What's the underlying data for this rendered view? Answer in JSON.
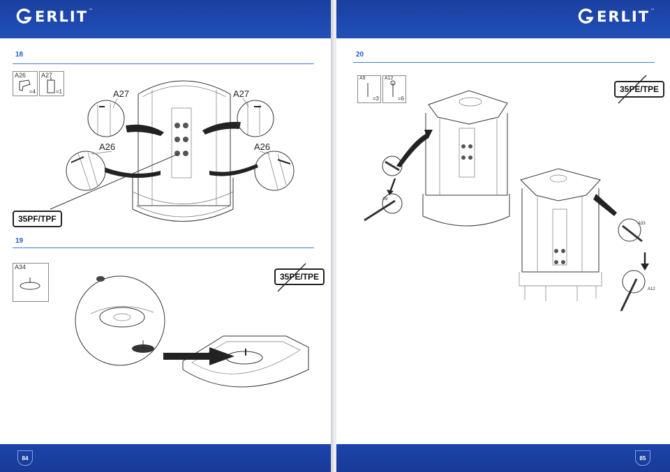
{
  "brand": {
    "name": "ERLIT",
    "tm": "™"
  },
  "left_page": {
    "page_number": "84",
    "step18": {
      "number": "18",
      "parts": [
        {
          "code": "A26",
          "qty": "=4"
        },
        {
          "code": "A27",
          "qty": "=1"
        }
      ],
      "callouts": [
        "A27",
        "A27",
        "A26",
        "A26"
      ],
      "model_tag": "35PF/TPF"
    },
    "step19": {
      "number": "19",
      "parts": [
        {
          "code": "A34"
        }
      ],
      "model_tag": "35PE/TPE"
    }
  },
  "right_page": {
    "page_number": "85",
    "step20": {
      "number": "20",
      "parts": [
        {
          "code": "A9",
          "qty": "=3"
        },
        {
          "code": "A12",
          "qty": "=6"
        }
      ],
      "model_tag": "35PE/TPE",
      "callouts": [
        "A9",
        "A33",
        "A12"
      ]
    }
  }
}
